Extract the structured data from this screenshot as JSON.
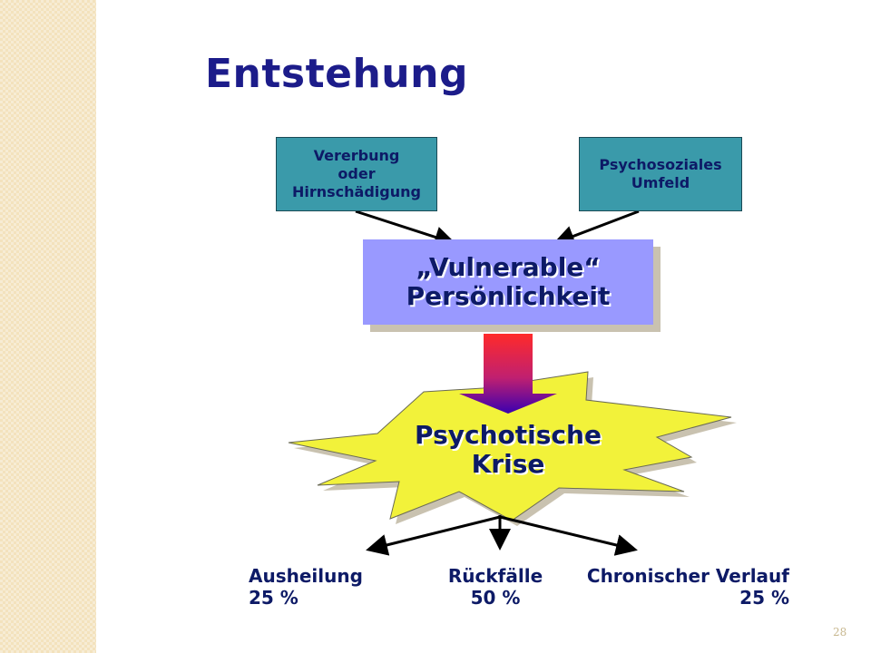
{
  "slide": {
    "title": "Entstehung",
    "page_number": "28"
  },
  "causes": {
    "left": {
      "line1": "Vererbung",
      "line2": "oder",
      "line3": "Hirnschädigung"
    },
    "right": {
      "line1": "Psychosoziales",
      "line2": "Umfeld"
    }
  },
  "vulnerable": {
    "line1": "„Vulnerable“",
    "line2": "Persönlichkeit"
  },
  "crisis": {
    "line1": "Psychotische",
    "line2": "Krise"
  },
  "outcomes": [
    {
      "label": "Ausheilung",
      "value": "25 %"
    },
    {
      "label": "Rückfälle",
      "value": "50 %"
    },
    {
      "label": "Chronischer Verlauf",
      "value": "25 %"
    }
  ],
  "colors": {
    "title": "#1c1c8a",
    "cause_box": "#3a9aaa",
    "vulnerable_box": "#9999ff",
    "crisis_star": "#f2f23a",
    "arrow_gradient_top": "#ff2a2a",
    "arrow_gradient_bottom": "#3a00b0",
    "text": "#0d1a66"
  }
}
